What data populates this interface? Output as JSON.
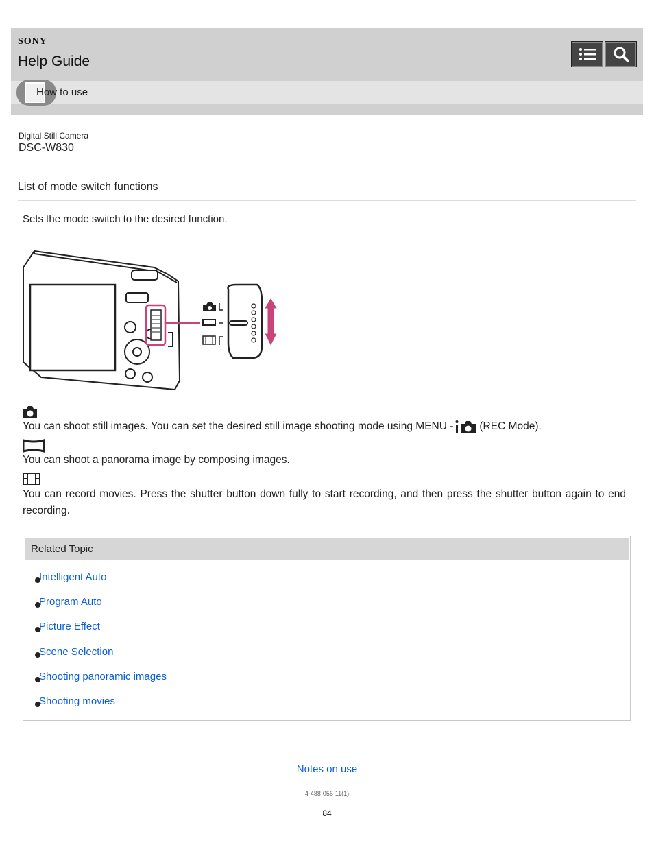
{
  "header": {
    "brand": "SONY",
    "title": "Help Guide",
    "toolbar": [
      {
        "icon": "list-icon"
      },
      {
        "icon": "search-icon"
      }
    ],
    "subnav_label": "How to use"
  },
  "model": {
    "category": "Digital Still Camera",
    "name": "DSC-W830"
  },
  "page": {
    "title": "List of mode switch functions",
    "intro": "Sets the mode switch to the desired function."
  },
  "modes": [
    {
      "icon": "still-camera-icon",
      "text_before": "You can shoot still images. You can set the desired still image shooting mode using MENU -",
      "text_after": "(REC Mode)."
    },
    {
      "icon": "panorama-icon",
      "text": "You can shoot a panorama image by composing images."
    },
    {
      "icon": "movie-icon",
      "text": "You can record movies. Press the shutter button down fully to start recording, and then press the shutter button again to end recording."
    }
  ],
  "related": {
    "heading": "Related Topic",
    "items": [
      "Intelligent Auto",
      "Program Auto",
      "Picture Effect",
      "Scene Selection",
      "Shooting panoramic images",
      "Shooting movies"
    ]
  },
  "footer": {
    "link": "Notes on use",
    "doc_number": "4-488-056-11(1)",
    "page_number": "84"
  },
  "colors": {
    "link": "#0a5fd6",
    "header_bg": "#d0d0d0",
    "accent_pink": "#c8457a"
  }
}
